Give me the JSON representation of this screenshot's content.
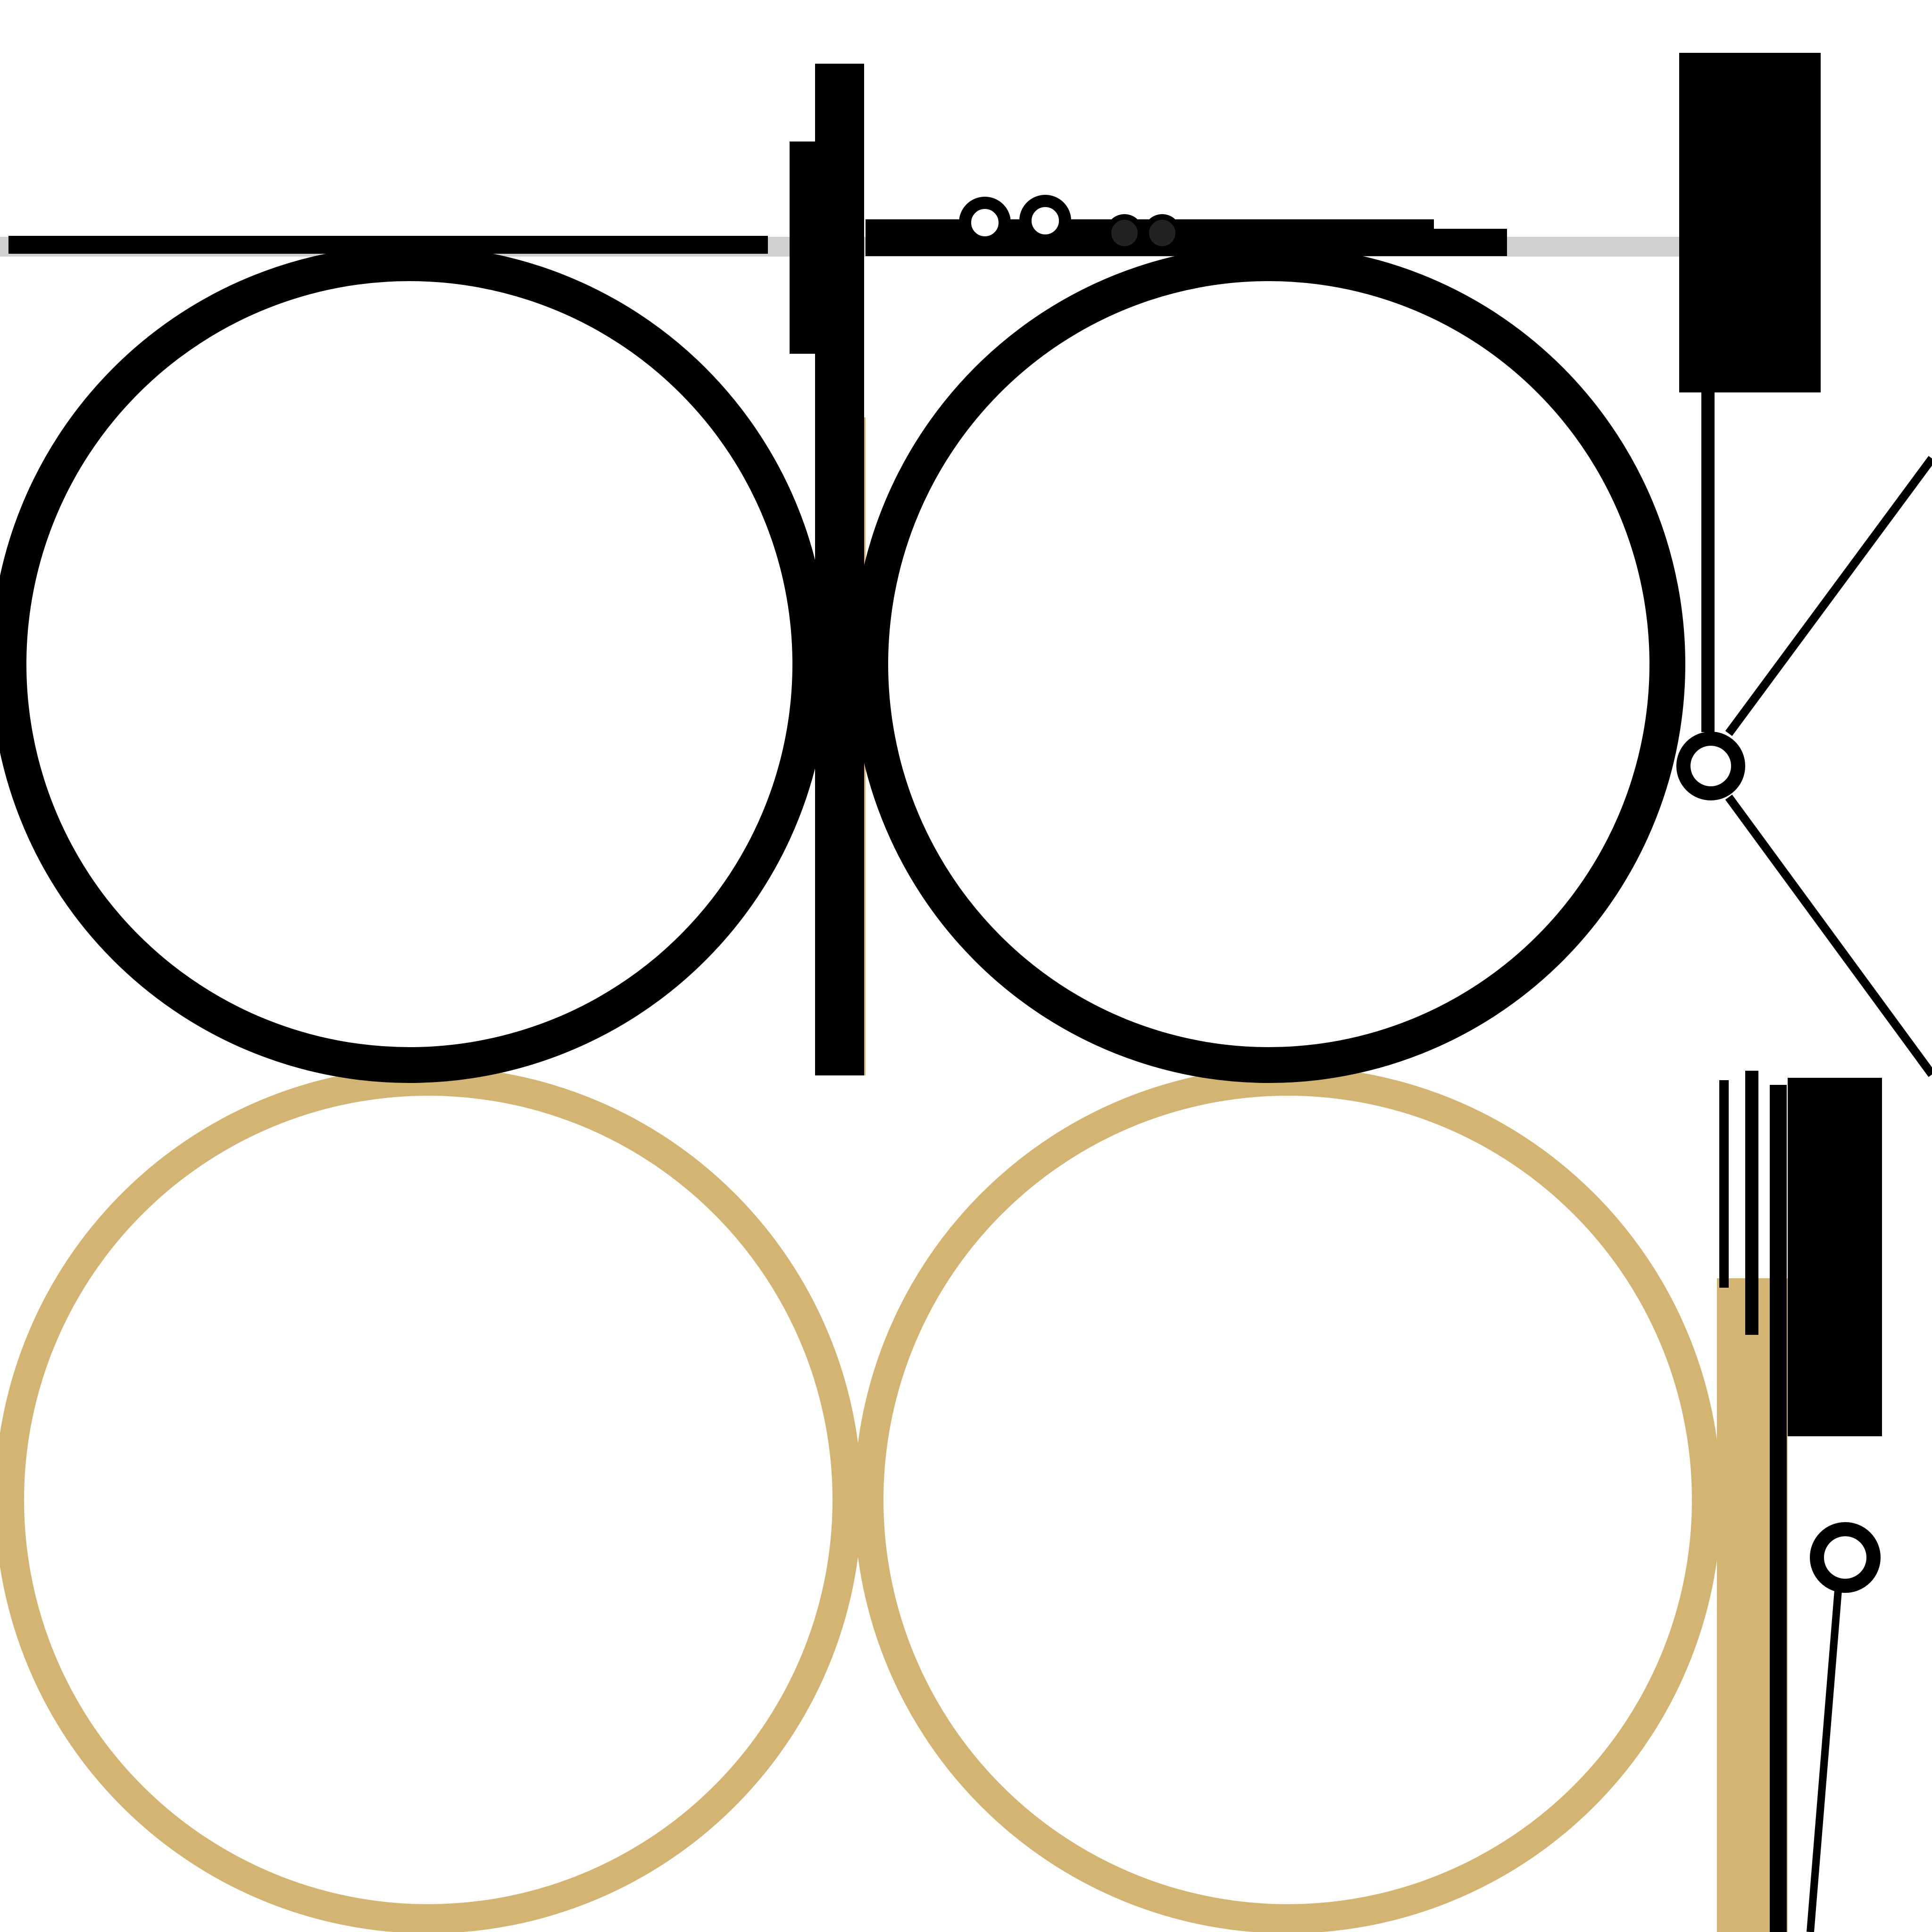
{
  "colors": {
    "background": "#ffffff",
    "ink": "#000000",
    "gold": "#d4b472",
    "gray": "#d0d0d0",
    "dark_dot": "#222222"
  },
  "elements": {
    "upper_rings": [
      "upper-left-ring",
      "upper-right-ring"
    ],
    "lower_rings": [
      "lower-left-ring",
      "lower-right-ring"
    ],
    "hardware": [
      "top-rail",
      "center-post",
      "right-bracket",
      "fold-legs",
      "lower-right-bracket",
      "small-dots"
    ]
  }
}
